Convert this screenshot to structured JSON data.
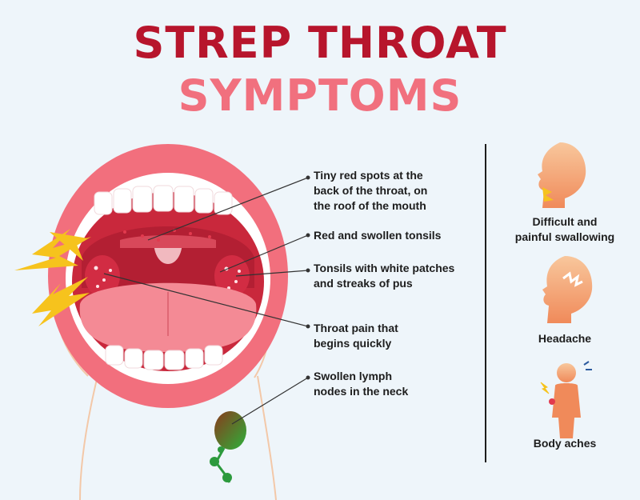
{
  "title": {
    "line1": "STREP THROAT",
    "line2": "SYMPTOMS"
  },
  "callouts": [
    {
      "line1": "Tiny red spots at the",
      "line2": "back of the throat, on",
      "line3": "the roof of the mouth"
    },
    {
      "line1": "Red and swollen tonsils"
    },
    {
      "line1": "Tonsils with white patches",
      "line2": "and streaks of pus"
    },
    {
      "line1": "Throat pain that",
      "line2": "begins quickly"
    },
    {
      "line1": "Swollen lymph",
      "line2": "nodes in the neck"
    }
  ],
  "side_symptoms": [
    {
      "line1": "Difficult and",
      "line2": "painful swallowing",
      "icon": "head-swallowing-icon"
    },
    {
      "line1": "Headache",
      "icon": "head-headache-icon"
    },
    {
      "line1": "Body aches",
      "icon": "person-body-ache-icon"
    }
  ],
  "colors": {
    "title_dark": "#b7152c",
    "title_light": "#f1707e",
    "lips": "#f26f7d",
    "throat": "#c9283c",
    "tongue": "#f48a95",
    "skin": "#f19a6c",
    "pain_bolt": "#f6c31d",
    "lymph_node": "#2c9a3d"
  }
}
